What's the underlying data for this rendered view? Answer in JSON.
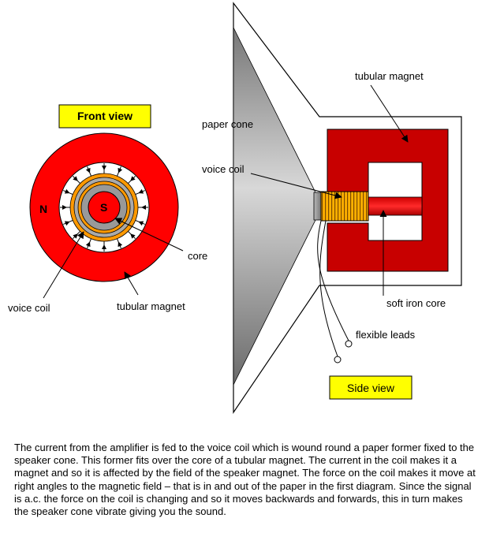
{
  "front": {
    "title": "Front view",
    "north": "N",
    "south": "S",
    "core": "core",
    "voice_coil": "voice coil",
    "tubular_magnet": "tubular magnet"
  },
  "side": {
    "title": "Side view",
    "paper_cone": "paper cone",
    "voice_coil": "voice coil",
    "tubular_magnet": "tubular magnet",
    "soft_iron_core": "soft iron core",
    "flexible_leads": "flexible leads"
  },
  "description": "The current from the amplifier is fed to the voice coil which is wound round a paper former fixed to the speaker cone. This former fits over the core of a tubular magnet. The current in the coil makes it a magnet and so it is affected by the field of the speaker magnet. The force on the coil makes it move at right angles to the magnetic field – that is in and out of the paper in the first diagram. Since the signal is a.c. the force on the coil is changing and so it moves backwards and forwards, this in turn makes the speaker cone vibrate giving you the sound.",
  "colors": {
    "magnet_red": "#ff0000",
    "dark_red": "#b00000",
    "coil_orange": "#ff9900",
    "core_grey": "#999999",
    "label_yellow": "#ffff00"
  }
}
